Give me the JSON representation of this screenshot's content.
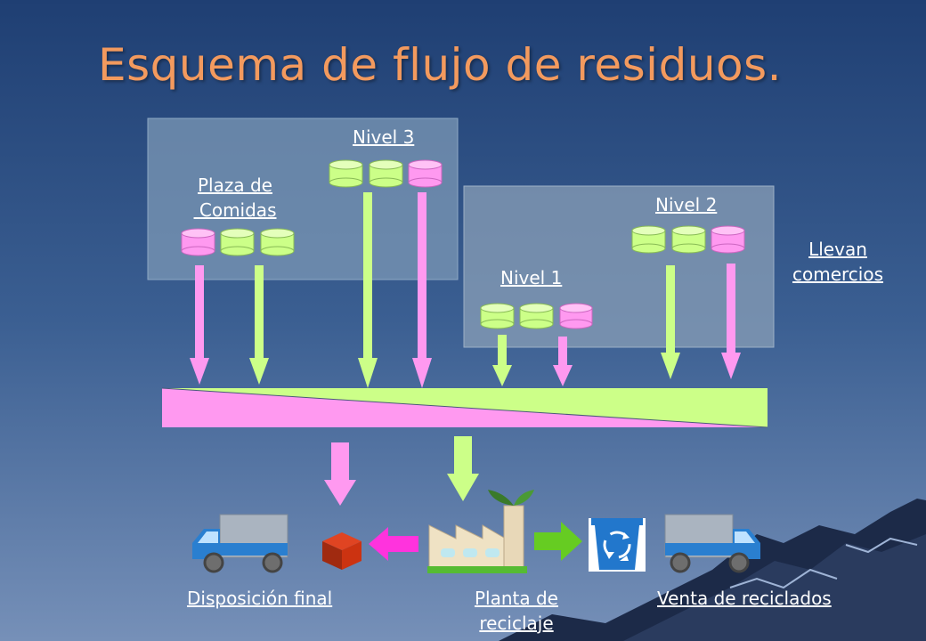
{
  "title": "Esquema de flujo de residuos.",
  "labels": {
    "nivel3": "Nivel 3",
    "plaza_line1": "Plaza de",
    "plaza_line2": " Comidas",
    "nivel2": "Nivel 2",
    "nivel1": "Nivel 1",
    "llevan_line1": "Llevan",
    "llevan_line2": "comercios",
    "disposicion": "Disposición final",
    "planta_line1": "Planta de",
    "planta_line2": "reciclaje",
    "venta": "Venta de reciclados"
  },
  "colors": {
    "title": "#f39a5e",
    "pink": "#ff99f0",
    "green": "#ccff88",
    "magenta": "#ff33dd",
    "arrow_green": "#66cc22",
    "bin_blue": "#2277cc",
    "truck_blue": "#2a7fd0",
    "cube_red": "#cc3311"
  },
  "icons": [
    "truck-icon",
    "cube-icon",
    "factory-icon",
    "recycle-bin-icon",
    "truck-icon"
  ]
}
